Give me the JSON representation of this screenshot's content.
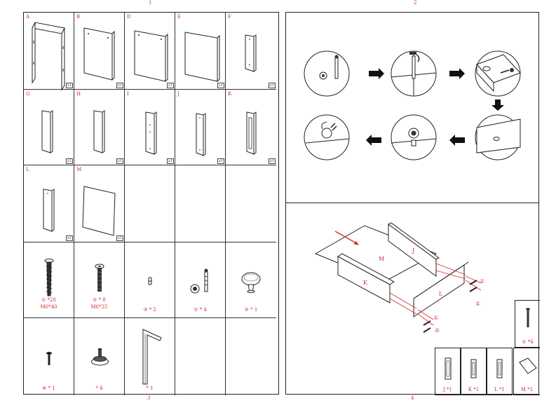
{
  "page_numbers": {
    "p1": "1",
    "p2": "2",
    "p3": "3",
    "p4": "4"
  },
  "parts": [
    {
      "letter": "A",
      "qty": "x1"
    },
    {
      "letter": "B",
      "qty": "x1"
    },
    {
      "letter": "D",
      "qty": "x1"
    },
    {
      "letter": "E",
      "qty": "x1"
    },
    {
      "letter": "F",
      "qty": "x1"
    },
    {
      "letter": "G",
      "qty": "x1"
    },
    {
      "letter": "H",
      "qty": "x1"
    },
    {
      "letter": "I",
      "qty": "x1"
    },
    {
      "letter": "J",
      "qty": "x1"
    },
    {
      "letter": "K",
      "qty": "x1"
    },
    {
      "letter": "L",
      "qty": "x1"
    },
    {
      "letter": "M",
      "qty": "x1"
    }
  ],
  "hardware": [
    {
      "label": "① *20",
      "size": "M6*40"
    },
    {
      "label": "② * 8",
      "size": "M6*25"
    },
    {
      "label": "③ * 2",
      "size": ""
    },
    {
      "label": "① * 4",
      "size": ""
    },
    {
      "label": "⑤ * 1",
      "size": ""
    },
    {
      "label": "⑥ * 1",
      "size": ""
    },
    {
      "label": "* 4",
      "size": ""
    },
    {
      "label": "* 1",
      "size": ""
    }
  ],
  "drawer": {
    "panel_labels": {
      "M": "M",
      "J": "J",
      "K": "K",
      "L": "L"
    },
    "screw_markers": [
      "①",
      "①",
      "①",
      "①"
    ],
    "screw_qty": "① *4",
    "mini_parts": [
      "J *1",
      "K *1",
      "L *1",
      "M *1"
    ]
  }
}
